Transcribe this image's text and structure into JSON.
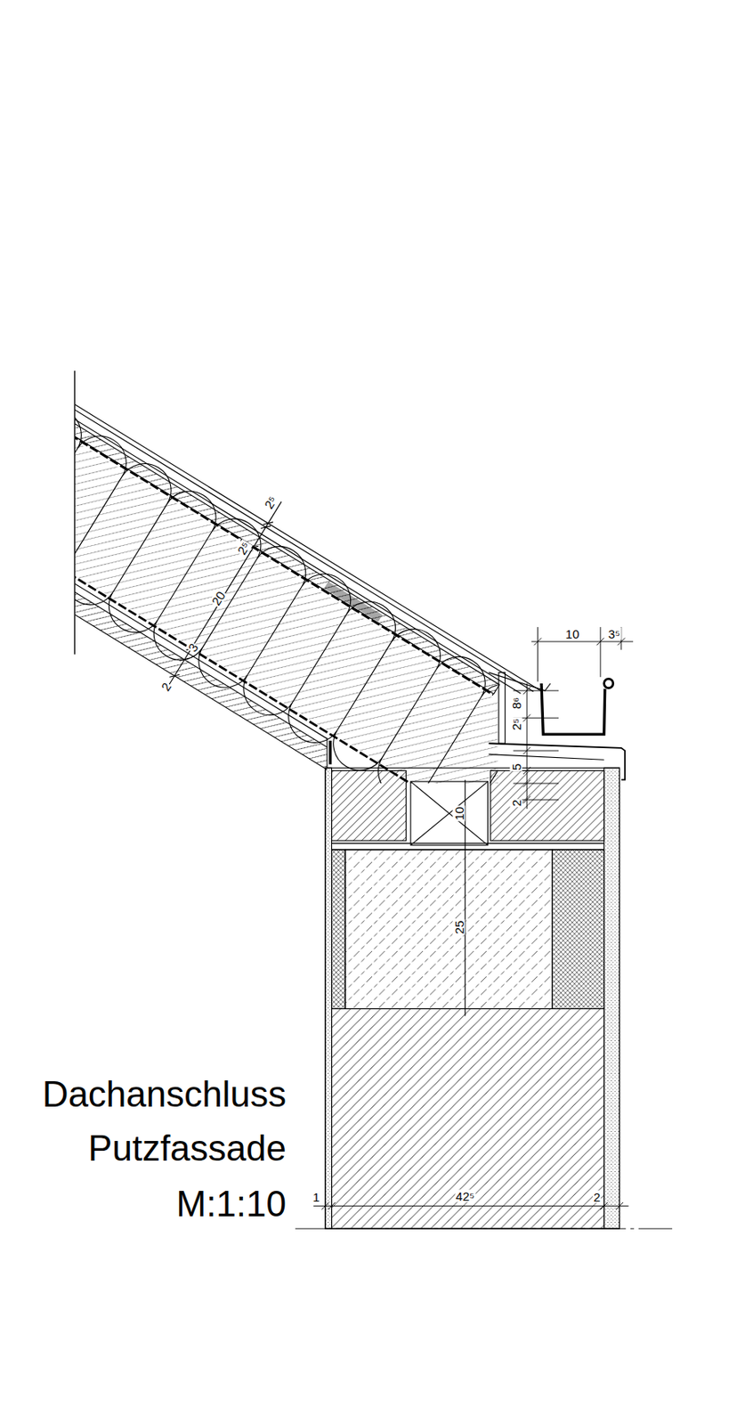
{
  "diagram": {
    "title": "Dachanschluss Putzfassade",
    "labels": [
      "2⁵",
      "2⁵",
      "20",
      "3",
      "2",
      "10",
      "3⁵",
      "8⁶",
      "2⁵",
      "5",
      "2",
      "10",
      "25",
      "1",
      "42⁵",
      "2",
      "M:1:10"
    ]
  }
}
